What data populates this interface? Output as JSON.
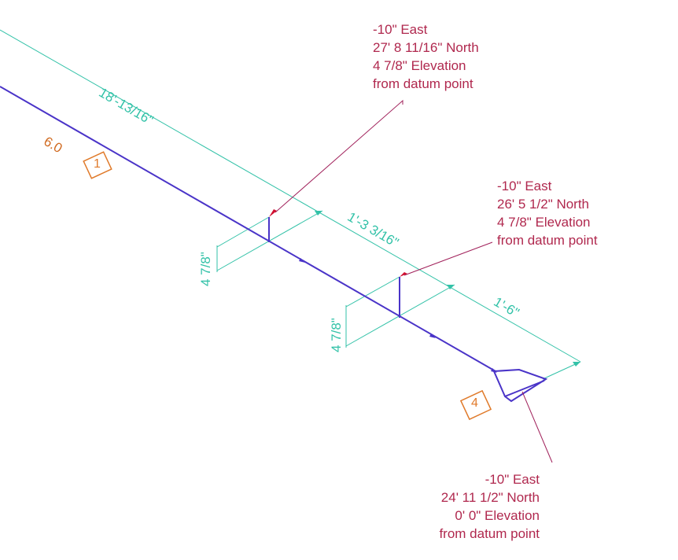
{
  "colors": {
    "pipe": "#4a34c8",
    "dimension": "#33c2a8",
    "leader": "#a0205a",
    "leader_tip": "#d01030",
    "annotation": "#b0284e",
    "tag": "#e07a2a",
    "size_label": "#d06a20"
  },
  "annotations": [
    {
      "east": "-10\" East",
      "north": "27' 8 11/16\" North",
      "elevation": "4 7/8\" Elevation",
      "datum": "from datum point"
    },
    {
      "east": "-10\" East",
      "north": "26' 5 1/2\" North",
      "elevation": "4 7/8\" Elevation",
      "datum": "from datum point"
    },
    {
      "east": "-10\" East",
      "north": "24' 11 1/2\" North",
      "elevation": "0' 0\" Elevation",
      "datum": "from datum point"
    }
  ],
  "dimensions": {
    "overall": "18'-13/16\"",
    "segment_1": "1'-3 3/16\"",
    "segment_2": "1'-6\"",
    "rise_1": "4 7/8\"",
    "rise_2": "4 7/8\""
  },
  "pipe_size": "6.0",
  "tags": [
    "1",
    "4"
  ]
}
